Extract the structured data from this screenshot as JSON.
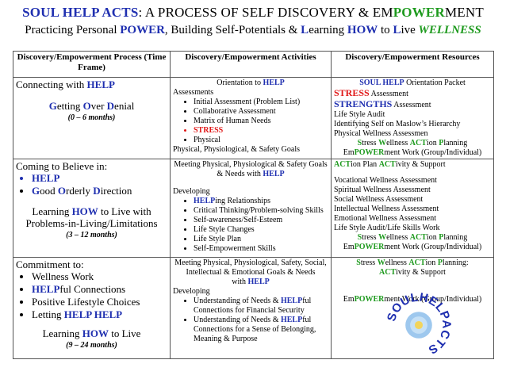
{
  "title": {
    "part1": "SOUL HELP ACTS",
    "part2": ": A PROCESS OF SELF DISCOVERY & EM",
    "part3": "POWER",
    "part4": "MENT"
  },
  "subtitle": {
    "a": "Practicing Personal ",
    "b": "POWER",
    "c": ", Building Self-Potentials & ",
    "d": "L",
    "e": "earning ",
    "f": "HOW",
    "g": " to ",
    "h": "L",
    "i": "ive ",
    "j": "WELLNESS"
  },
  "headers": {
    "col1": "Discovery/Empowerment Process (Time Frame)",
    "col2": "Discovery/Empowerment Activities",
    "col3": "Discovery/Empowerment Resources"
  },
  "row1": {
    "c1": {
      "a": "Connecting with ",
      "help": "HELP",
      "g": "G",
      "etting": "etting ",
      "o": "O",
      "ver": "ver ",
      "d": "D",
      "enial": "enial",
      "time": "(0 – 6 months)"
    },
    "c2": {
      "top": "Orientation to ",
      "help": "HELP",
      "assess": "Assessments",
      "items": [
        "Initial Assessment (Problem List)",
        "Collaborative Assessment",
        "Matrix of Human Needs",
        "STRESS",
        "Physical"
      ],
      "bottom": "Physical, Physiological, & Safety Goals"
    },
    "c3": {
      "l1a": "SOUL HELP",
      "l1b": " Orientation Packet",
      "l2a": "STRESS",
      "l2b": " Assessment",
      "l3a": "STRENGTHS",
      "l3b": " Assessment",
      "l4": "Life Style Audit",
      "l5": "Identifying Self on Maslow’s Hierarchy",
      "l6": "Physical Wellness Assessmen",
      "l7": [
        "S",
        "tress ",
        "W",
        "ellness ",
        "ACT",
        "ion ",
        "P",
        "lanning"
      ],
      "l8": [
        "Em",
        "POWER",
        "ment Work (Group/Individual)"
      ]
    }
  },
  "row2": {
    "c1": {
      "intro": "Coming to Believe in:",
      "help": "HELP",
      "g": "G",
      "ood": "ood ",
      "o": "O",
      "rderly": "rderly ",
      "d": "D",
      "irection": "irection",
      "learning": "Learning ",
      "how": "HOW",
      "rest": " to Live with",
      "problems": "Problems-in-Living/Limitations",
      "time": "(3 – 12 months)"
    },
    "c2": {
      "top1": "Meeting Physical, Physiological & Safety Goals",
      "top2": "& Needs with ",
      "help": "HELP",
      "dev": "Developing",
      "helping": "HELP",
      "helpingRest": "ing Relationships",
      "items": [
        "Critical Thinking/Problem-solving Skills",
        "Self-awareness/Self-Esteem",
        "Life Style Changes",
        "Life Style Plan",
        "Self-Empowerment Skills"
      ]
    },
    "c3": {
      "l1": [
        "ACT",
        "ion Plan ",
        "ACT",
        "ivity & Support"
      ],
      "lines": [
        "Vocational Wellness Assessment",
        "Spiritual Wellness Assessment",
        "Social Wellness Assessment",
        "Intellectual Wellness Assessment",
        "Emotional Wellness Assessment",
        "Life Style Audit/Life Skills Work"
      ],
      "swap": [
        "S",
        "tress ",
        "W",
        "ellness ",
        "ACT",
        "ion ",
        "P",
        "lanning"
      ],
      "emp": [
        "Em",
        "POWER",
        "ment Work (Group/Individual)"
      ]
    }
  },
  "row3": {
    "c1": {
      "intro": "Commitment to:",
      "items": [
        "Wellness Work",
        "Positive Lifestyle Choices"
      ],
      "helpful": "HELP",
      "helpfulRest": "ful Connections",
      "letting": "Letting ",
      "helphelp": "HELP HELP",
      "learning": "Learning ",
      "how": "HOW",
      "rest": " to Live",
      "time": "(9 – 24 months)"
    },
    "c2": {
      "top1": "Meeting Physical, Physiological, Safety, Social,",
      "top2": "Intellectual & Emotional Goals & Needs",
      "top3": "with ",
      "help": "HELP",
      "dev": "Developing",
      "i1a": "Understanding of Needs & ",
      "i1b": "HELP",
      "i1c": "ful Connections for Financial Security",
      "i2a": "Understanding of Needs & ",
      "i2b": "HELP",
      "i2c": "ful Connections for a Sense of Belonging, Meaning & Purpose"
    },
    "c3": {
      "l1": [
        "S",
        "tress ",
        "W",
        "ellness ",
        "ACT",
        "ion ",
        "P",
        "lanning:"
      ],
      "l2": [
        "ACT",
        "ivity & Support"
      ],
      "emp": [
        "Em",
        "POWER",
        "ment Work (Group/Individual)"
      ]
    }
  },
  "logo": {
    "text": "SOULHELPACTS"
  }
}
